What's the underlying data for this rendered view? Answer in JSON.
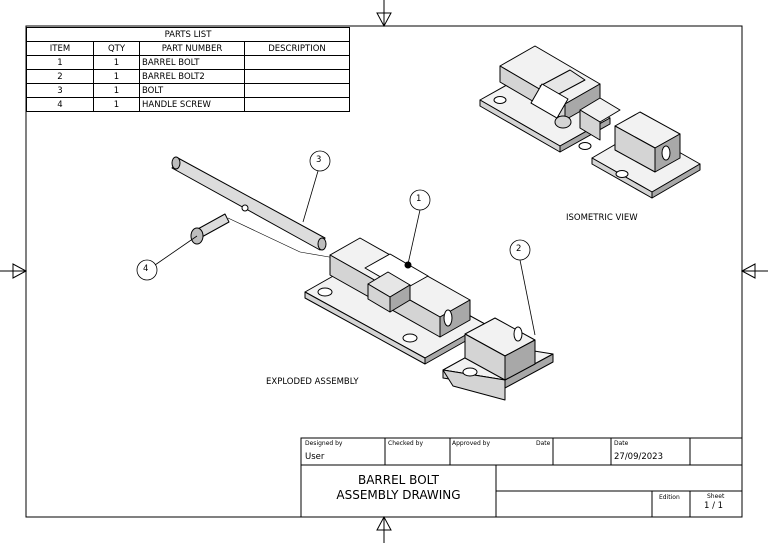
{
  "parts_list": {
    "title": "PARTS LIST",
    "headers": [
      "ITEM",
      "QTY",
      "PART NUMBER",
      "DESCRIPTION"
    ],
    "rows": [
      {
        "item": "1",
        "qty": "1",
        "part_number": "BARREL BOLT",
        "description": ""
      },
      {
        "item": "2",
        "qty": "1",
        "part_number": "BARREL BOLT2",
        "description": ""
      },
      {
        "item": "3",
        "qty": "1",
        "part_number": "BOLT",
        "description": ""
      },
      {
        "item": "4",
        "qty": "1",
        "part_number": "HANDLE SCREW",
        "description": ""
      }
    ]
  },
  "views": {
    "isometric_label": "ISOMETRIC VIEW",
    "exploded_label": "EXPLODED ASSEMBLY"
  },
  "balloons": [
    "1",
    "2",
    "3",
    "4"
  ],
  "title_block": {
    "designed_by_label": "Designed by",
    "designed_by": "User",
    "checked_by_label": "Checked by",
    "approved_by_label": "Approved by",
    "date_label_1": "Date",
    "date_label_2": "Date",
    "date": "27/09/2023",
    "title_line1": "BARREL BOLT",
    "title_line2": "ASSEMBLY DRAWING",
    "edition_label": "Edition",
    "sheet_label": "Sheet",
    "sheet": "1 / 1"
  },
  "colors": {
    "line": "#000000",
    "face_light": "#f2f2f2",
    "face_mid": "#d4d4d4",
    "face_dark": "#a8a8a8"
  }
}
